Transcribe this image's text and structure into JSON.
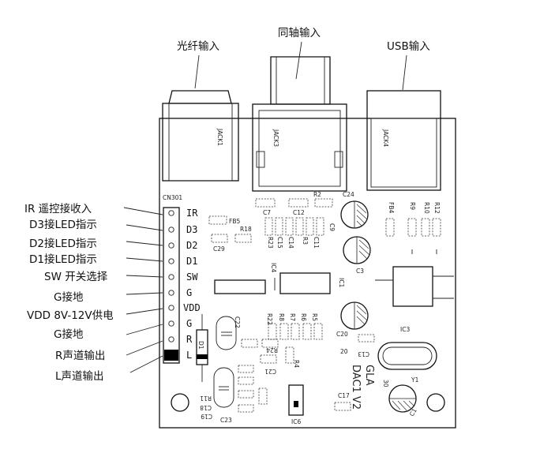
{
  "input_labels": {
    "optical": "光纤输入",
    "coaxial": "同轴输入",
    "usb": "USB输入"
  },
  "pin_descriptions": [
    "IR 遥控接收入",
    "D3接LED指示",
    "D2接LED指示",
    "D1接LED指示",
    "SW 开关选择",
    "G接地",
    "VDD 8V-12V供电",
    "G接地",
    "R声道输出",
    "L声道输出"
  ],
  "connector": {
    "name": "CN301",
    "pins": [
      "IR",
      "D3",
      "D2",
      "D1",
      "SW",
      "G",
      "VDD",
      "G",
      "R",
      "L"
    ]
  },
  "jacks": [
    "JACK1",
    "JACK3",
    "JACK4"
  ],
  "components": {
    "top": [
      "FB4",
      "R9",
      "R10",
      "R12",
      "C24",
      "R2",
      "C7",
      "C12",
      "FB5",
      "R18",
      "C29",
      "C9",
      "R23",
      "C15",
      "C14",
      "R3",
      "C11",
      "C3",
      "IC4",
      "IC1"
    ],
    "middle": [
      "R22",
      "R8",
      "R7",
      "R6",
      "R5",
      "C22",
      "C20",
      "C13",
      "IC3",
      "Y1",
      "20",
      "D1",
      "R4",
      "R24"
    ],
    "bottom": [
      "R11",
      "C18",
      "C19",
      "C21",
      "C23",
      "IC6",
      "C17",
      "C1",
      "30"
    ]
  },
  "board_marking": [
    "GLA",
    "DAC1 V2"
  ]
}
